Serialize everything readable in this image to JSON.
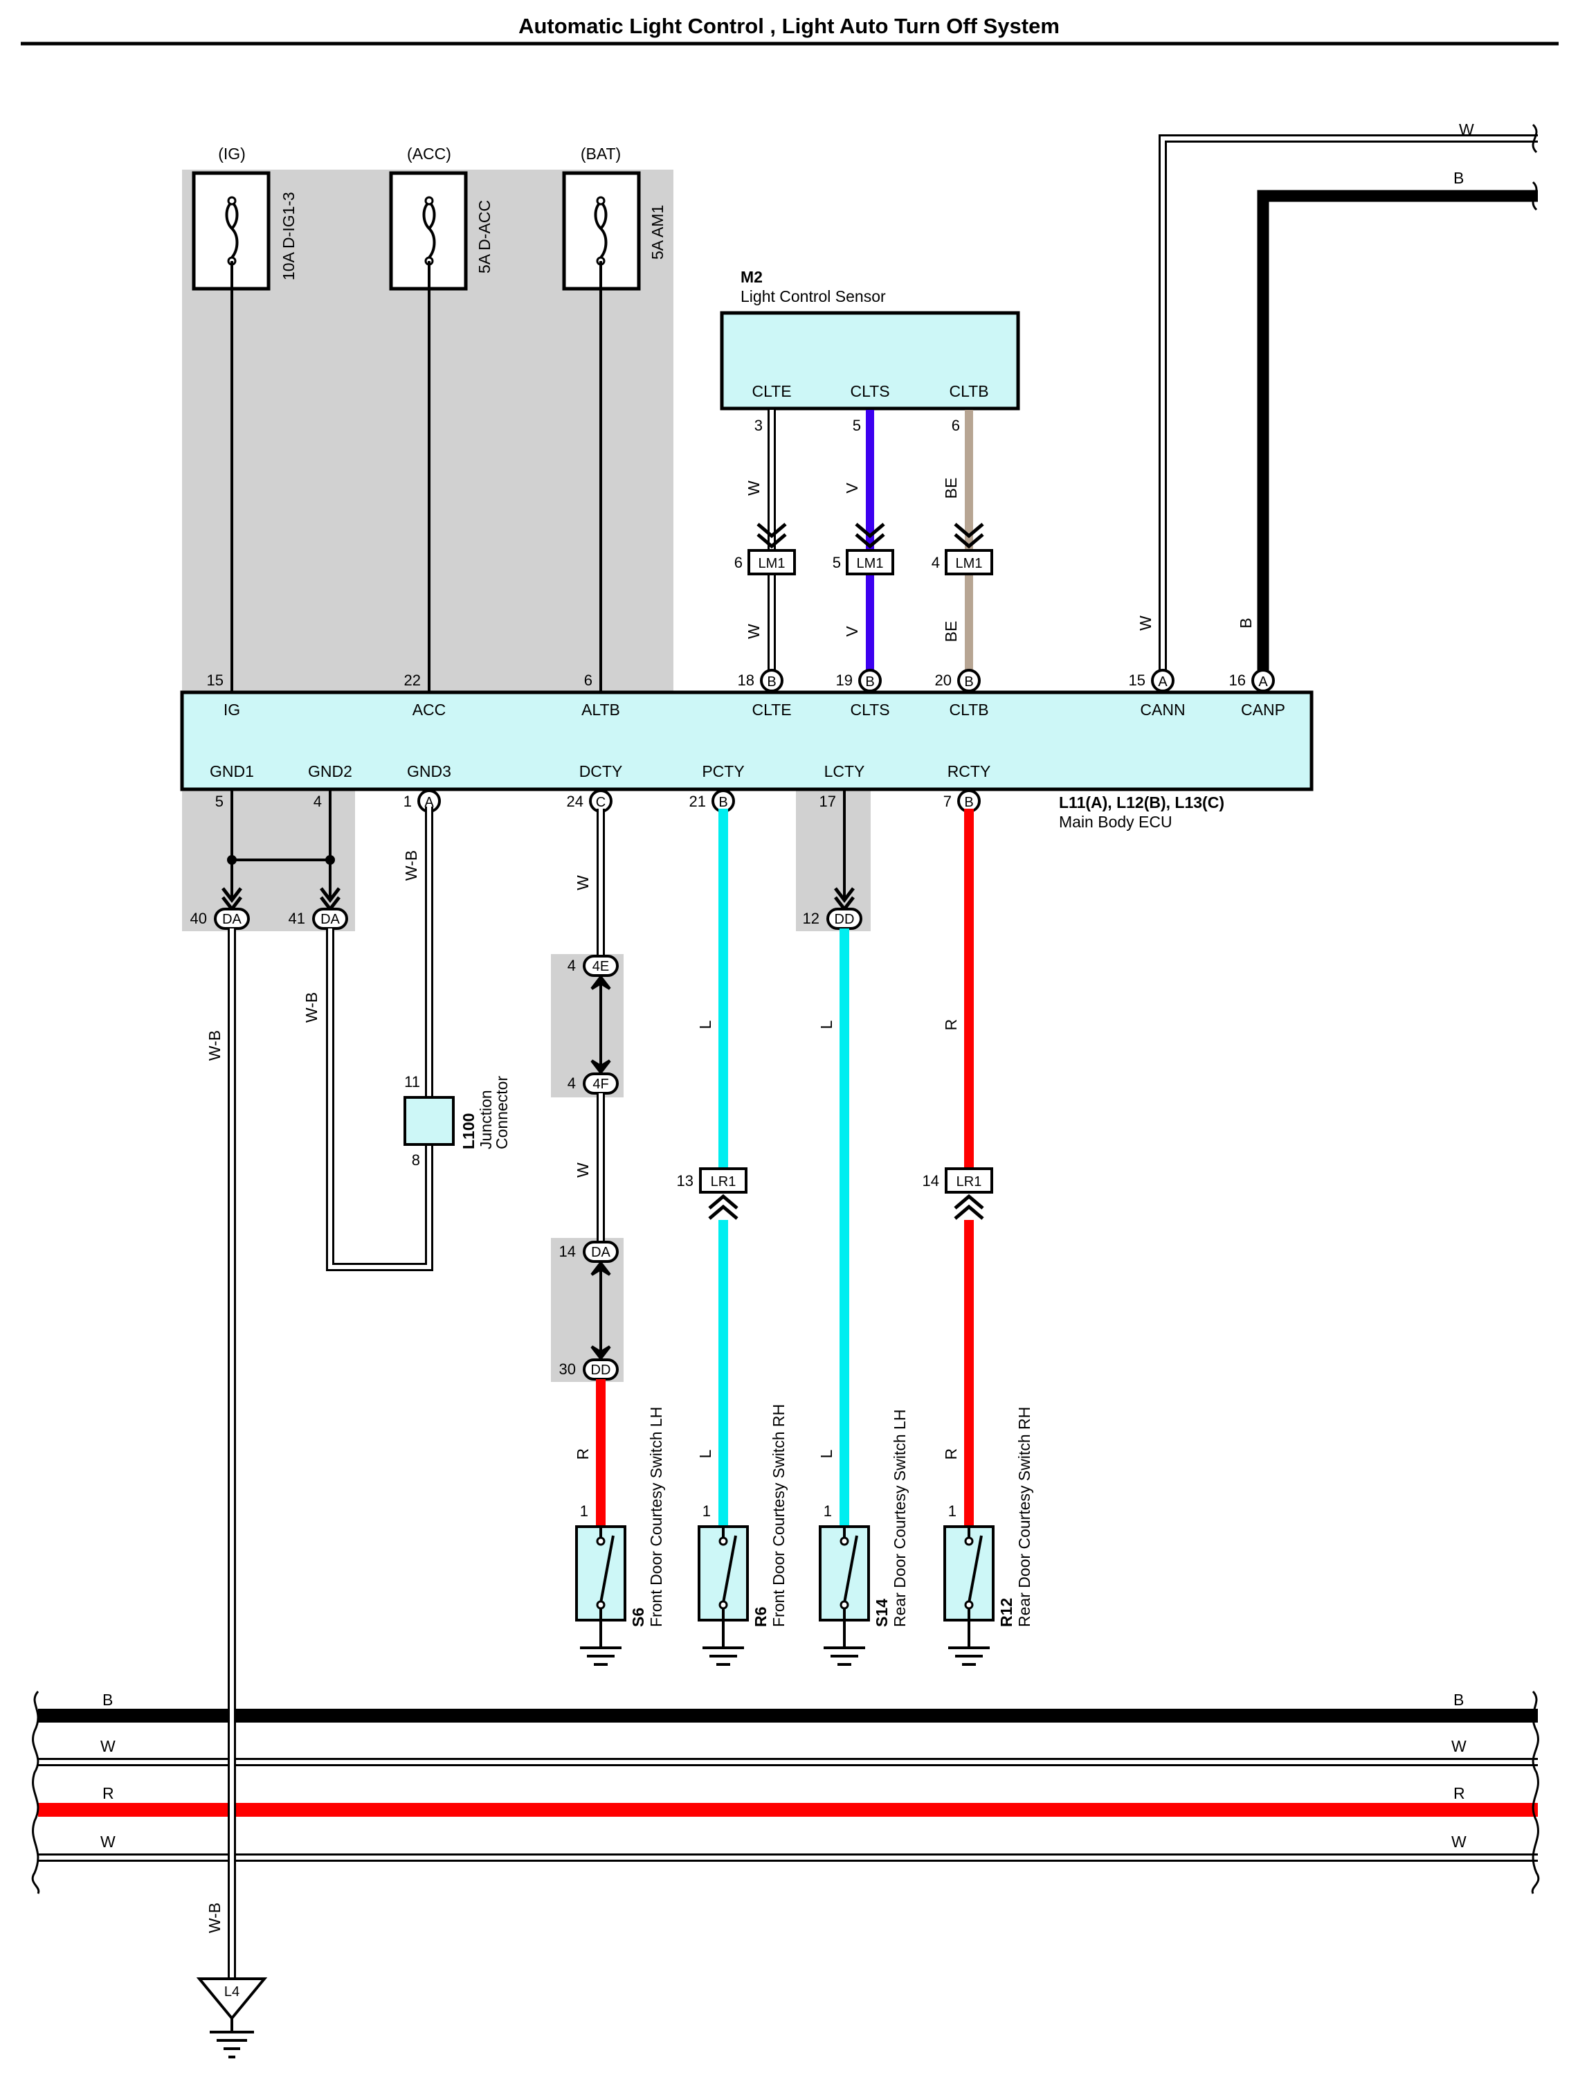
{
  "title": "Automatic Light Control , Light Auto Turn Off System",
  "fuses": [
    {
      "source": "(IG)",
      "rating": "10A D-IG1-3"
    },
    {
      "source": "(ACC)",
      "rating": "5A D-ACC"
    },
    {
      "source": "(BAT)",
      "rating": "5A AM1"
    }
  ],
  "sensor": {
    "id": "M2",
    "name": "Light Control Sensor",
    "terminals": [
      "CLTE",
      "CLTS",
      "CLTB"
    ],
    "pins": [
      "3",
      "5",
      "6"
    ]
  },
  "lm1": {
    "code": "LM1",
    "pins": [
      "6",
      "5",
      "4"
    ]
  },
  "sensor_wires": [
    "W",
    "V",
    "BE"
  ],
  "ecu": {
    "id": "L11(A), L12(B), L13(C)",
    "name": "Main Body ECU",
    "top_terminals": [
      "IG",
      "ACC",
      "ALTB",
      "CLTE",
      "CLTS",
      "CLTB",
      "CANN",
      "CANP"
    ],
    "top_pins": [
      "15",
      "22",
      "6",
      "18",
      "19",
      "20",
      "15",
      "16"
    ],
    "top_badges": [
      "B",
      "B",
      "B",
      "A",
      "A"
    ],
    "bottom_terminals": [
      "GND1",
      "GND2",
      "GND3",
      "DCTY",
      "PCTY",
      "LCTY",
      "RCTY"
    ],
    "bottom_pins": [
      "5",
      "4",
      "1",
      "24",
      "21",
      "17",
      "7"
    ],
    "bottom_badges": [
      "A",
      "C",
      "B",
      "B"
    ]
  },
  "can_wires": [
    "W",
    "B"
  ],
  "junction": {
    "id": "L100",
    "name": "Junction",
    "name2": "Connector",
    "pins": [
      "11",
      "8"
    ]
  },
  "connectors": {
    "da40": {
      "pin": "40",
      "code": "DA"
    },
    "da41": {
      "pin": "41",
      "code": "DA"
    },
    "dd12": {
      "pin": "12",
      "code": "DD"
    },
    "e4": {
      "pin": "4",
      "code": "4E"
    },
    "f4": {
      "pin": "4",
      "code": "4F"
    },
    "da14": {
      "pin": "14",
      "code": "DA"
    },
    "dd30": {
      "pin": "30",
      "code": "DD"
    },
    "lr13": {
      "pin": "13",
      "code": "LR1"
    },
    "lr14": {
      "pin": "14",
      "code": "LR1"
    }
  },
  "wire_colors": {
    "wb": "W-B",
    "dcty_upper": "W",
    "dcty_mid": "W",
    "dcty_lower": "R",
    "pcty_upper": "L",
    "pcty_lower": "L",
    "lcty_upper": "L",
    "lcty_lower": "L",
    "rcty_upper": "R",
    "rcty_lower": "R"
  },
  "switches": [
    {
      "id": "S6",
      "name": "Front Door Courtesy Switch LH",
      "pin": "1"
    },
    {
      "id": "R6",
      "name": "Front Door Courtesy Switch RH",
      "pin": "1"
    },
    {
      "id": "S14",
      "name": "Rear Door Courtesy Switch LH",
      "pin": "1"
    },
    {
      "id": "R12",
      "name": "Rear Door Courtesy Switch RH",
      "pin": "1"
    }
  ],
  "bus": [
    "B",
    "W",
    "R",
    "W"
  ],
  "ground": "L4",
  "colors": {
    "shade": "#d1d1d1",
    "component_fill": "#cdf7f7",
    "violet": "#3c00f0",
    "beige": "#b7a593",
    "cyan": "#00eef0",
    "red": "#ff0000",
    "black": "#000000"
  }
}
